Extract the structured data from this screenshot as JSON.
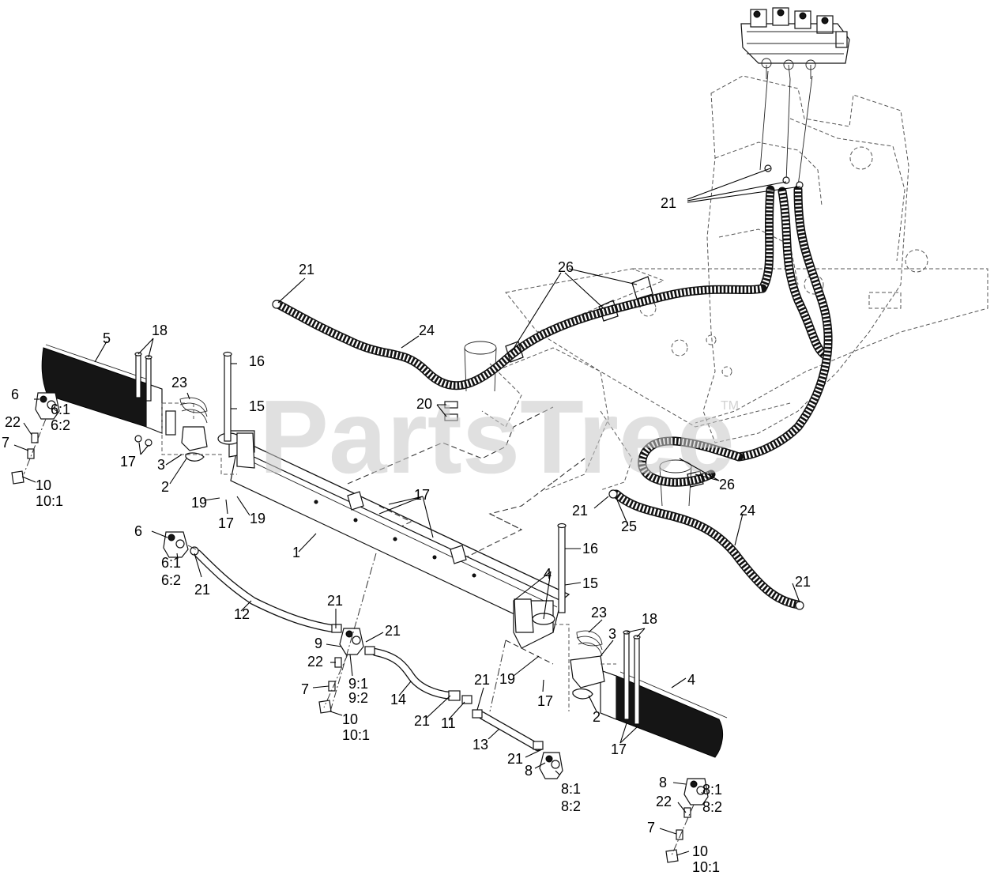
{
  "watermark": {
    "text": "PartsTree",
    "trademark": "TM"
  },
  "callouts": {
    "c21_top": "21",
    "c26_top": "26",
    "c21_hose_left": "21",
    "c24_upper": "24",
    "c18_left": "18",
    "c5": "5",
    "c16_upper": "16",
    "c15_upper": "15",
    "c23_left": "23",
    "c6_upper": "6",
    "c6_1_upper": "6:1",
    "c6_2_upper": "6:2",
    "c22_left": "22",
    "c7_left": "7",
    "c17_left": "17",
    "c3_left": "3",
    "c2_left": "2",
    "c10_left": "10",
    "c10_1_left": "10:1",
    "c19_left_a": "19",
    "c17_left_b": "17",
    "c19_left_b": "19",
    "c20": "20",
    "c26_right": "26",
    "c17_mid": "17",
    "c1": "1",
    "c21_mid_right": "21",
    "c25": "25",
    "c24_lower": "24",
    "c21_hose_right": "21",
    "c6_lower": "6",
    "c6_1_lower": "6:1",
    "c6_2_lower": "6:2",
    "c21_lower_left": "21",
    "c12": "12",
    "c16_lower": "16",
    "c4_upper": "4",
    "c15_lower": "15",
    "c21_center_a": "21",
    "c9": "9",
    "c21_center_b": "21",
    "c22_center": "22",
    "c9_1": "9:1",
    "c9_2": "9:2",
    "c7_center": "7",
    "c10_center": "10",
    "c10_1_center": "10:1",
    "c14": "14",
    "c21_center_c": "21",
    "c11": "11",
    "c21_center_d": "21",
    "c19_right": "19",
    "c17_right": "17",
    "c23_right": "23",
    "c3_right": "3",
    "c18_right": "18",
    "c4_lower": "4",
    "c2_right": "2",
    "c17_right_b": "17",
    "c13": "13",
    "c21_lower_mid": "21",
    "c8_mid": "8",
    "c8_1_mid": "8:1",
    "c8_2_mid": "8:2",
    "c8_right": "8",
    "c22_right": "22",
    "c8_1_right": "8:1",
    "c8_2_right": "8:2",
    "c7_right": "7",
    "c10_right": "10",
    "c10_1_right": "10:1"
  }
}
